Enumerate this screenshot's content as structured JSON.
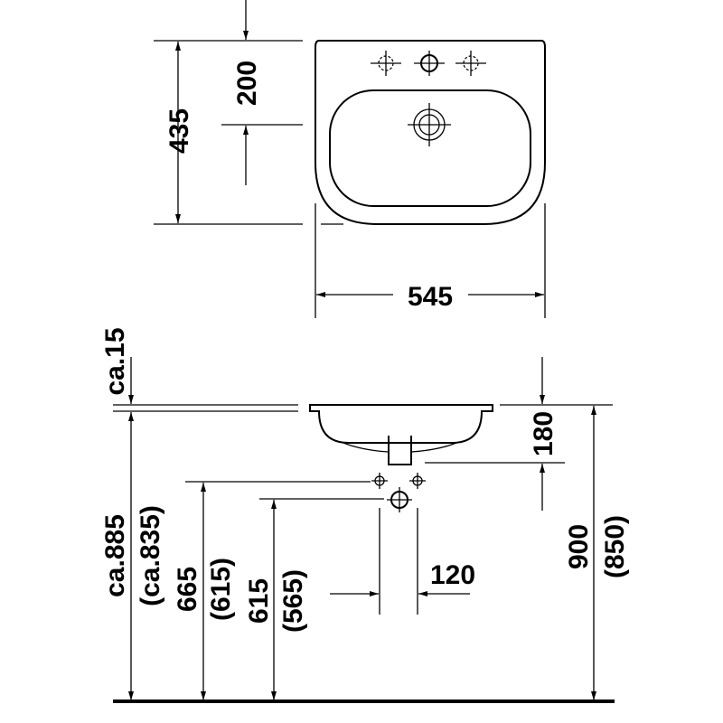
{
  "top_view": {
    "width": "545",
    "depth": "435",
    "tap_offset": "200"
  },
  "side_view": {
    "rim": "ca.15",
    "bowl_depth": "180",
    "height": "900",
    "height_alt": "(850)",
    "rim_height": "ca.885",
    "rim_height_alt": "(ca.835)",
    "supply_height": "665",
    "supply_height_alt": "(615)",
    "drain_height": "615",
    "drain_height_alt": "(565)",
    "supply_spacing": "120"
  },
  "colors": {
    "line": "#000000",
    "background": "#ffffff"
  }
}
